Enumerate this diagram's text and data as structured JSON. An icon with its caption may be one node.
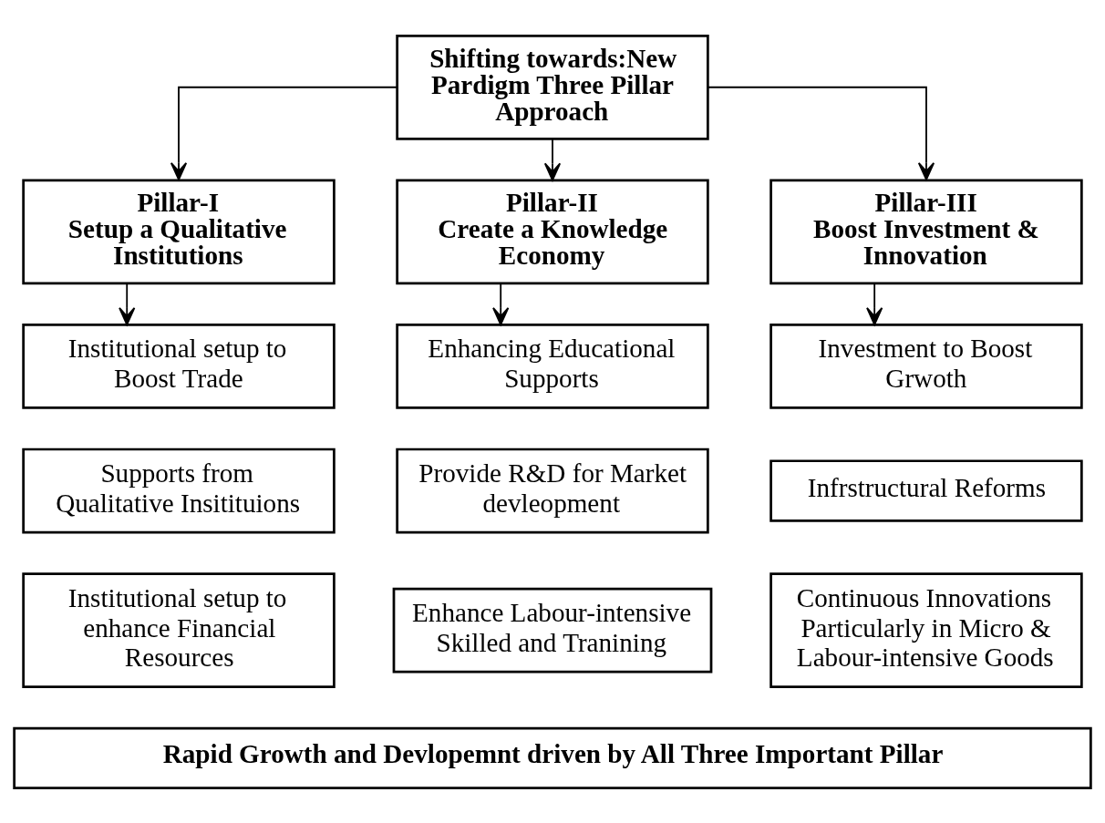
{
  "diagram": {
    "nodes": [
      {
        "text": [
          "Shifting towards:New Pardigm Three Pillar Approach"
        ]
      },
      {
        "text": [
          "Pillar-I",
          "Setup a Qualitative Institutions"
        ]
      },
      {
        "text": [
          "Pillar-II",
          "Create a Knowledge Economy"
        ]
      },
      {
        "text": [
          "Pillar-III",
          "Boost Investment & Innovation"
        ]
      },
      {
        "text": [
          "Institutional setup to Boost Trade"
        ]
      },
      {
        "text": [
          "Supports from Qualitative Insitituions"
        ]
      },
      {
        "text": [
          "Institutional setup to enhance Financial Resources"
        ]
      },
      {
        "text": [
          "Enhancing Educational Supports"
        ]
      },
      {
        "text": [
          "Provide R&D for Market devleopment"
        ]
      },
      {
        "text": [
          "Enhance Labour-intensive Skilled and Tranining"
        ]
      },
      {
        "text": [
          "Investment to Boost Grwoth"
        ]
      },
      {
        "text": [
          "Infrstructural Reforms"
        ]
      },
      {
        "text": [
          "Continuous Innovations Particularly in Micro & Labour-intensive Goods"
        ]
      },
      {
        "text": [
          "Rapid Growth and Devlopemnt driven by All Three Important Pillar"
        ]
      }
    ],
    "edges": [
      {
        "from": 0,
        "to": 1,
        "arrow": "to"
      },
      {
        "from": 0,
        "to": 2,
        "arrow": "to"
      },
      {
        "from": 0,
        "to": 3,
        "arrow": "to"
      },
      {
        "from": 1,
        "to": 4,
        "arrow": "to"
      },
      {
        "from": 2,
        "to": 7,
        "arrow": "to"
      },
      {
        "from": 3,
        "to": 10,
        "arrow": "to"
      }
    ]
  }
}
